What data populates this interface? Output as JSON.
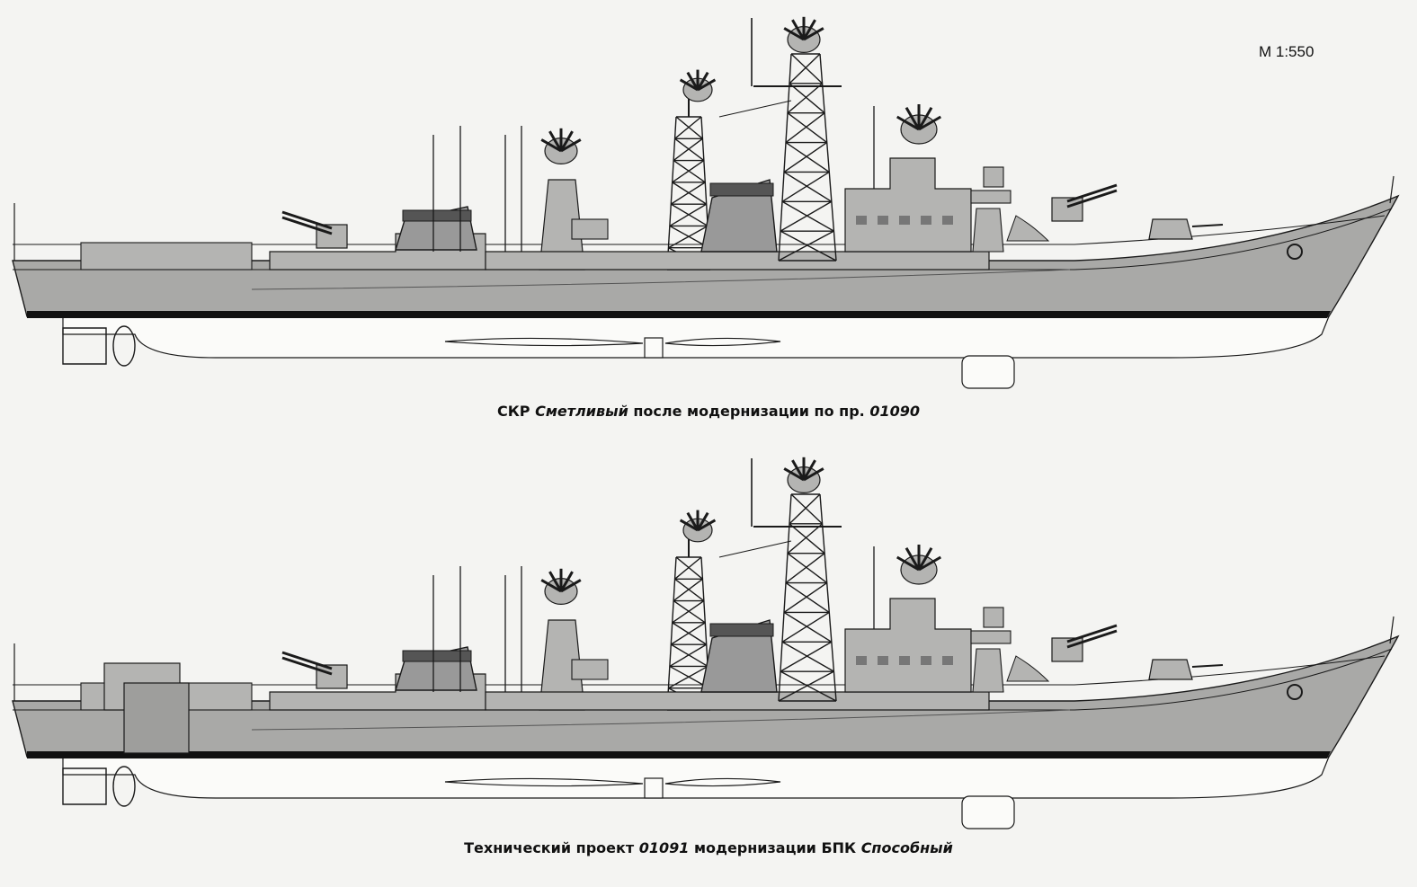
{
  "scale": "М 1:550",
  "drawings": [
    {
      "caption_prefix": "СКР ",
      "caption_ship": "Сметливый",
      "caption_middle": " после модернизации по пр. ",
      "caption_project": "01090",
      "caption_suffix": ""
    },
    {
      "caption_prefix": "Технический проект ",
      "caption_project": "01091",
      "caption_middle": " модернизации БПК ",
      "caption_ship": "Способный",
      "caption_suffix": ""
    }
  ],
  "colors": {
    "hull": "#a9a9a7",
    "superstructure": "#b4b4b2",
    "stroke": "#1a1a1a",
    "waterline": "#111111",
    "paper": "#f4f4f2"
  }
}
